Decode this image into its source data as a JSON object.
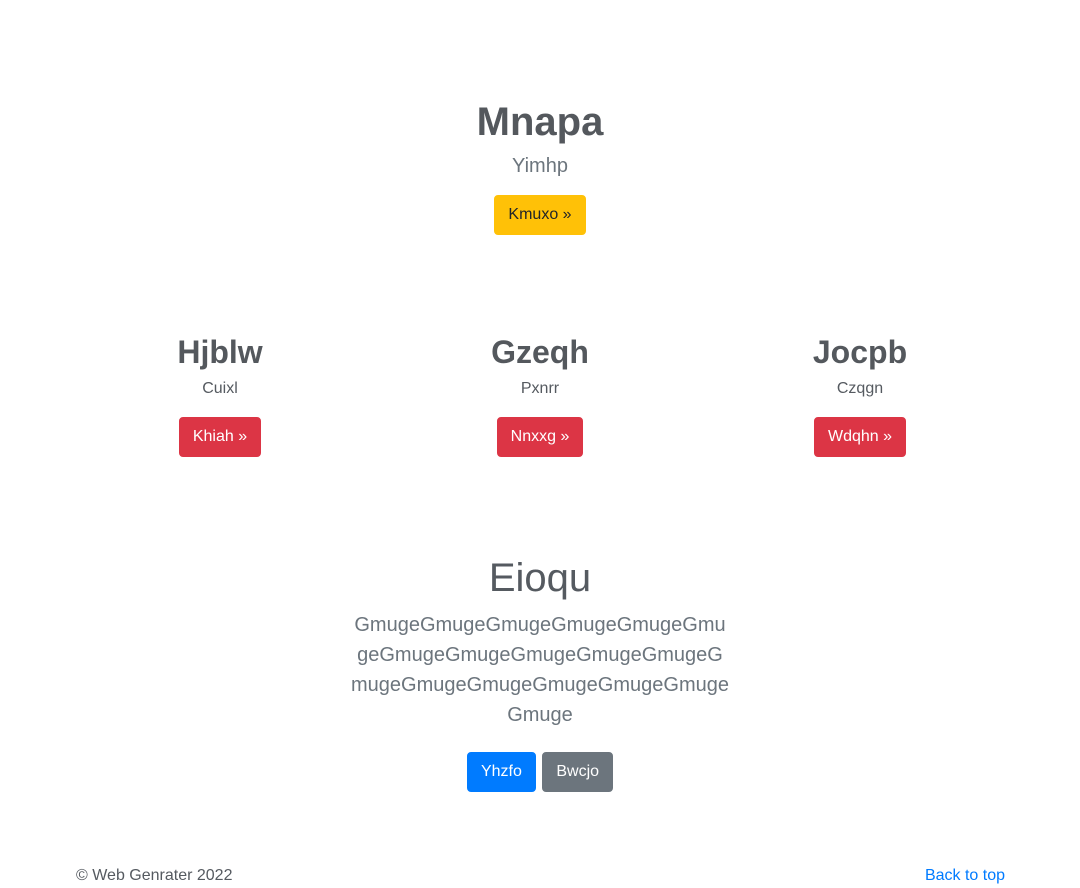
{
  "hero": {
    "title": "Mnapa",
    "subtitle": "Yimhp",
    "button_label": "Kmuxo »"
  },
  "columns": [
    {
      "heading": "Hjblw",
      "text": "Cuixl",
      "button_label": "Khiah »"
    },
    {
      "heading": "Gzeqh",
      "text": "Pxnrr",
      "button_label": "Nnxxg »"
    },
    {
      "heading": "Jocpb",
      "text": "Czqgn",
      "button_label": "Wdqhn »"
    }
  ],
  "feature": {
    "heading": "Eioqu",
    "lead": "GmugeGmugeGmugeGmugeGmugeGmugeGmugeGmugeGmugeGmugeGmugeGmugeGmugeGmugeGmugeGmugeGmugeGmuge",
    "primary_label": "Yhzfo",
    "secondary_label": "Bwcjo"
  },
  "footer": {
    "copyright": "© Web Genrater 2022",
    "back_to_top": "Back to top"
  },
  "colors": {
    "warning": "#ffc107",
    "danger": "#dc3545",
    "primary": "#007bff",
    "secondary": "#6c757d"
  }
}
